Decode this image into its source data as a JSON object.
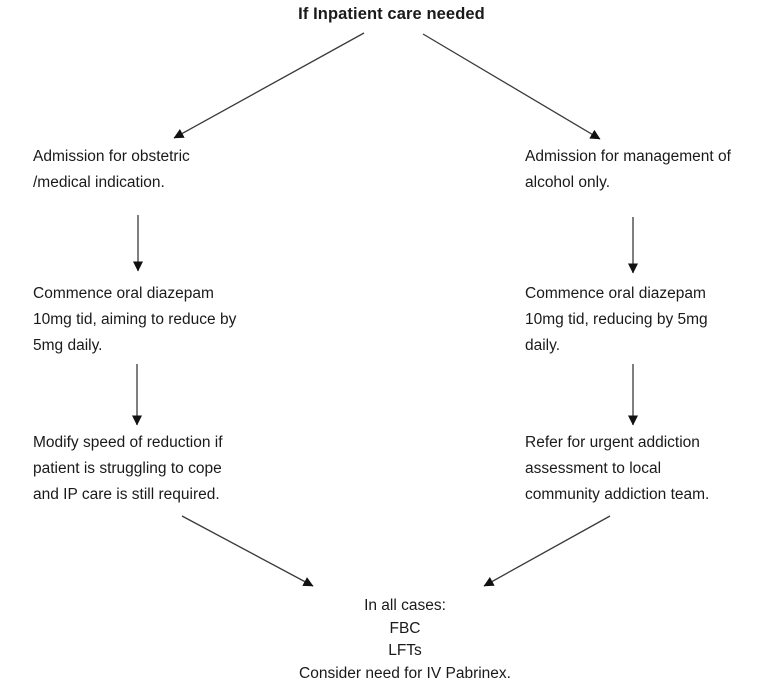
{
  "page": {
    "background": "#ffffff",
    "text_color": "#1a1a1a",
    "arrow_color": "#3a3a3a",
    "arrowhead_color": "#111111"
  },
  "flow": {
    "title": "If Inpatient care needed",
    "left": [
      {
        "lines": [
          "Admission for obstetric",
          "/medical indication."
        ]
      },
      {
        "lines": [
          "Commence oral diazepam",
          "10mg tid, aiming to reduce by",
          "5mg daily."
        ]
      },
      {
        "lines": [
          "Modify speed of reduction if",
          "patient is struggling to cope",
          "and IP care is still required."
        ]
      }
    ],
    "right": [
      {
        "lines": [
          "Admission for management of",
          "alcohol only."
        ]
      },
      {
        "lines": [
          "Commence oral diazepam",
          "10mg tid, reducing by 5mg",
          "daily."
        ]
      },
      {
        "lines": [
          "Refer for urgent addiction",
          "assessment to local",
          "community addiction team."
        ]
      }
    ],
    "footer": {
      "lines": [
        "In all cases:",
        "FBC",
        "LFTs",
        "Consider need for IV Pabrinex."
      ]
    }
  }
}
